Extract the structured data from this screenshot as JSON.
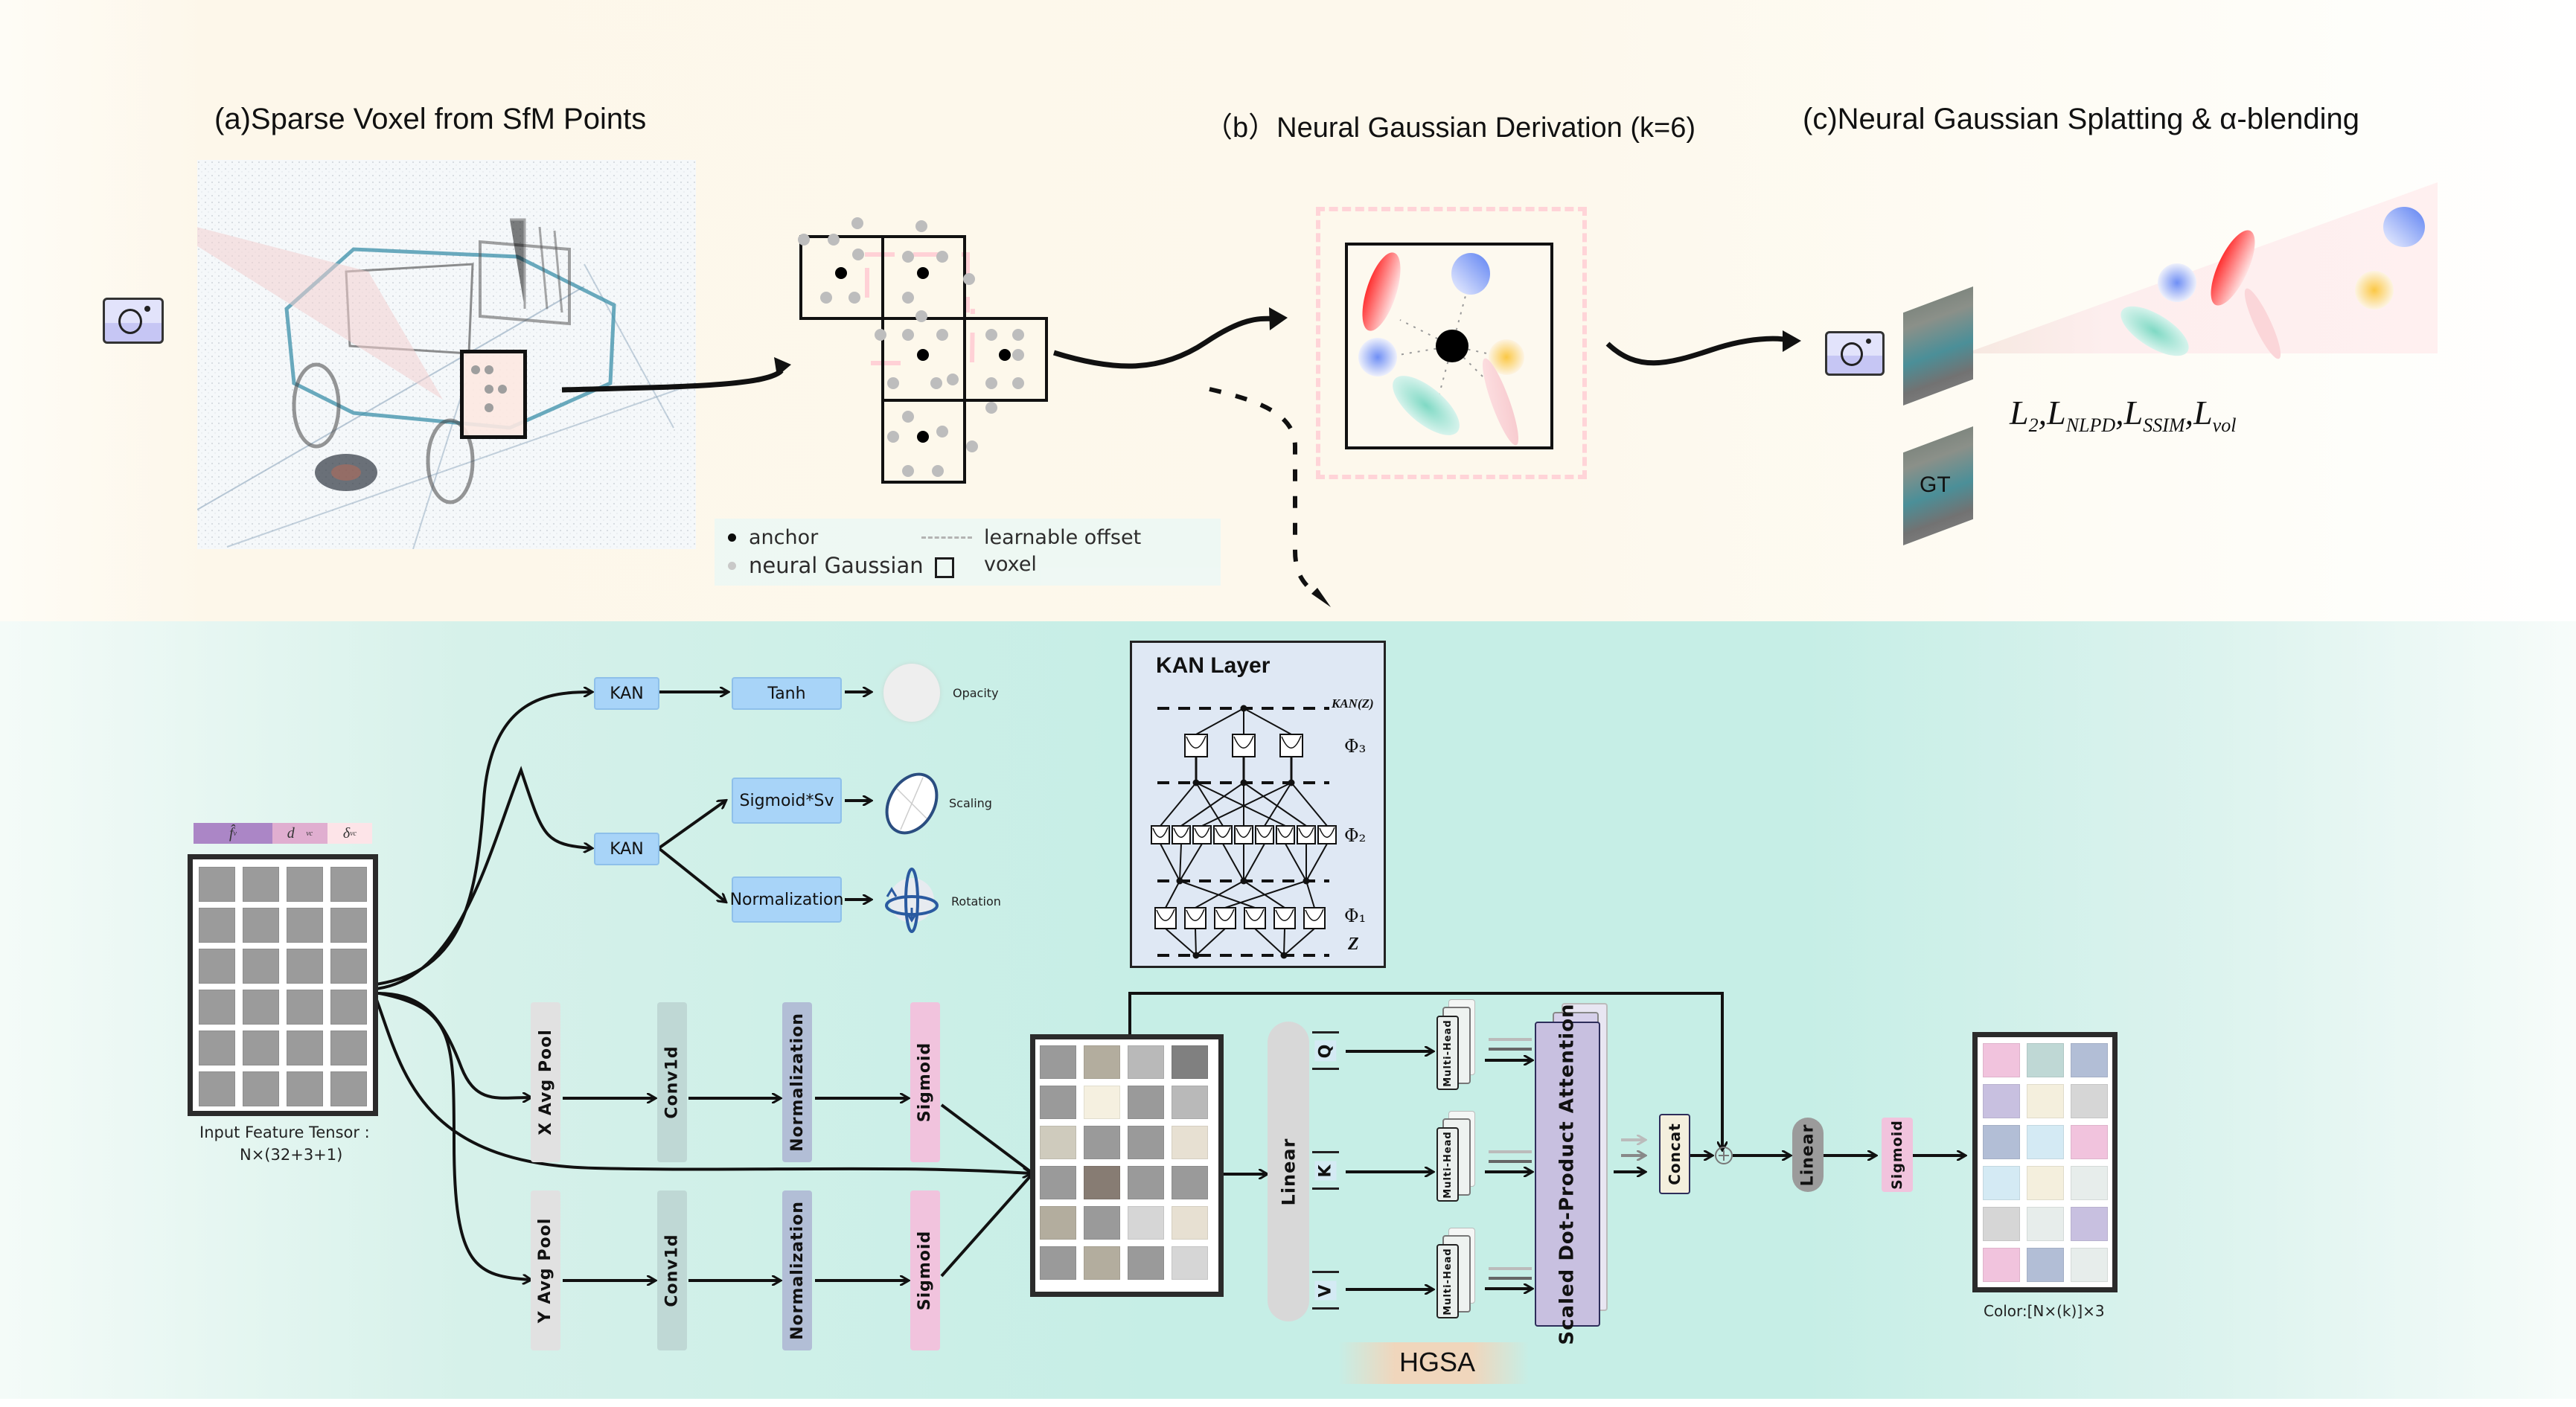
{
  "top": {
    "section_a": {
      "title": "(a)Sparse Voxel from SfM Points"
    },
    "section_b": {
      "title": "（b）Neural Gaussian Derivation (k=6)"
    },
    "section_c": {
      "title": "(c)Neural Gaussian Splatting & α-blending"
    },
    "legend": {
      "anchor": "anchor",
      "neural_gaussian": "neural Gaussian",
      "learnable_offset": "learnable offset",
      "voxel": "voxel"
    },
    "gt_label": "GT",
    "loss": {
      "terms": [
        {
          "base": "L",
          "sub": "2"
        },
        {
          "base": "L",
          "sub": "NLPD"
        },
        {
          "base": "L",
          "sub": "SSIM"
        },
        {
          "base": "L",
          "sub": "vol"
        }
      ],
      "separator": ","
    },
    "gaussian_colors": {
      "red": "#ff3b3b",
      "blue": "#6f8ff5",
      "teal": "#7fd9c4",
      "yellow": "#f9c94e",
      "pink": "#f6cfd3"
    }
  },
  "bottom": {
    "input_tensor": {
      "header": [
        {
          "label": "f̂",
          "sub": "v",
          "color": "#ab86c6"
        },
        {
          "label": "d⃗",
          "sub": "vc",
          "color": "#e0aed0"
        },
        {
          "label": "δ",
          "sub": "vc",
          "color": "#fde4e8"
        }
      ],
      "caption_line1": "Input Feature Tensor :",
      "caption_line2": "N×(32+3+1)",
      "rows": 6,
      "cols": 4,
      "cell_color": "#9b9b9b"
    },
    "kan_branch": {
      "kan1": "KAN",
      "tanh": "Tanh",
      "opacity": "Opacity",
      "kan2": "KAN",
      "sigmoid_sv": "Sigmoid*Sv",
      "scaling": "Scaling",
      "normalization": "Normalization",
      "rotation": "Rotation"
    },
    "kan_layer": {
      "title": "KAN Layer",
      "output_label": "KAN(Z)",
      "phi3": "Φ₃",
      "phi2": "Φ₂",
      "phi1": "Φ₁",
      "input_label": "Z"
    },
    "pool_branch": {
      "x_pool": "X  Avg  Pool",
      "y_pool": "Y  Avg  Pool",
      "conv": "Conv1d",
      "norm": "Normalization",
      "sigmoid": "Sigmoid"
    },
    "fused_matrix": {
      "colors": [
        [
          "#9a9a9a",
          "#b3ad9e",
          "#b9b9b9",
          "#808080"
        ],
        [
          "#9a9a9a",
          "#f5f0e0",
          "#9a9a9a",
          "#b9b9b9"
        ],
        [
          "#cfcbbd",
          "#9a9a9a",
          "#9a9a9a",
          "#e7e0d2"
        ],
        [
          "#9a9a9a",
          "#877c73",
          "#9a9a9a",
          "#9a9a9a"
        ],
        [
          "#b3ad9e",
          "#9a9a9a",
          "#d6d6d6",
          "#e7e0d2"
        ],
        [
          "#9a9a9a",
          "#b3ad9e",
          "#9a9a9a",
          "#d6d6d6"
        ]
      ]
    },
    "attention": {
      "linear": "Linear",
      "q": "Q",
      "k": "K",
      "v": "V",
      "multi_head": "Multi-Head",
      "sdpa": "Scaled Dot-Product Attention",
      "concat": "Concat",
      "linear2": "Linear",
      "sigmoid": "Sigmoid",
      "module_label": "HGSA"
    },
    "output": {
      "caption": "Color:[N×(k)]×3",
      "colors": [
        [
          "#f1c3dd",
          "#bfd8d5",
          "#b2bed6"
        ],
        [
          "#c8c0e0",
          "#f4efdd",
          "#d6d6d6"
        ],
        [
          "#b2bed6",
          "#d4eaf4",
          "#f1c3dd"
        ],
        [
          "#d4eaf4",
          "#f4efdd",
          "#e7edeb"
        ],
        [
          "#d6d6d6",
          "#e7edeb",
          "#c8c0e0"
        ],
        [
          "#f1c3dd",
          "#b2bed6",
          "#e7edeb"
        ]
      ]
    }
  }
}
